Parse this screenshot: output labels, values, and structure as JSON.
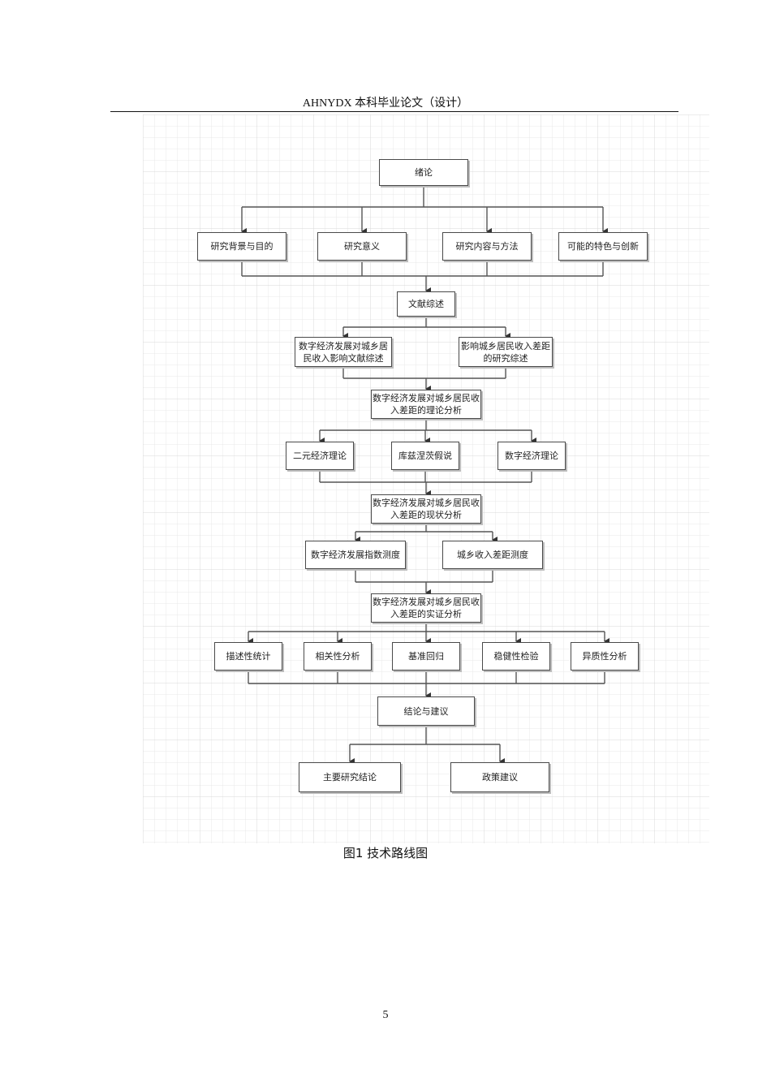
{
  "header": {
    "title": "AHNYDX 本科毕业论文（设计）"
  },
  "flowchart": {
    "intro": "绪论",
    "intro_items": [
      "研究背景与目的",
      "研究意义",
      "研究内容与方法",
      "可能的特色与创新"
    ],
    "literature": "文献综述",
    "literature_items": [
      "数字经济发展对城乡居民收入影响文献综述",
      "影响城乡居民收入差距的研究综述"
    ],
    "theory": "数字经济发展对城乡居民收入差距的理论分析",
    "theory_items": [
      "二元经济理论",
      "库兹涅茨假说",
      "数字经济理论"
    ],
    "status": "数字经济发展对城乡居民收入差距的现状分析",
    "status_items": [
      "数字经济发展指数测度",
      "城乡收入差距测度"
    ],
    "empirical": "数字经济发展对城乡居民收入差距的实证分析",
    "empirical_items": [
      "描述性统计",
      "相关性分析",
      "基准回归",
      "稳健性检验",
      "异质性分析"
    ],
    "conclusion": "结论与建议",
    "conclusion_items": [
      "主要研究结论",
      "政策建议"
    ]
  },
  "caption": "图1  技术路线图",
  "page_number": "5"
}
